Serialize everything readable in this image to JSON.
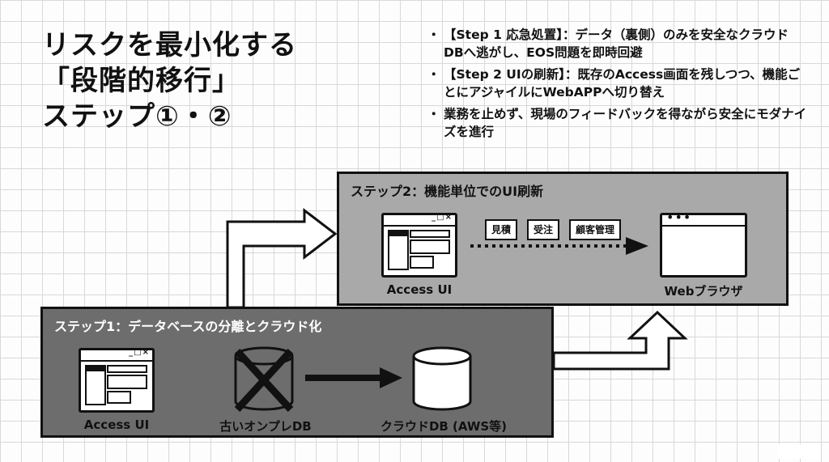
{
  "title_lines": [
    "リスクを最小化する",
    "「段階的移行」",
    "ステップ①・②"
  ],
  "bullets": [
    "【Step 1 応急処置】：データ（裏側）のみを安全なクラウドDBへ逃がし、EOS問題を即時回避",
    "【Step 2 UIの刷新】：既存のAccess画面を残しつつ、機能ごとにアジャイルにWebAPPへ切り替え",
    "業務を止めず、現場のフィードバックを得ながら安全にモダナイズを進行"
  ],
  "step2": {
    "title": "ステップ2：機能単位でのUI刷新",
    "access_label": "Access UI",
    "browser_label": "Webブラウザ",
    "window_controls": "_□×",
    "feature_tags": [
      "見積",
      "受注",
      "顧客管理"
    ]
  },
  "step1": {
    "title": "ステップ1：データベースの分離とクラウド化",
    "access_label": "Access UI",
    "old_db_label": "古いオンプレDB",
    "cloud_db_label": "クラウドDB (AWS等)",
    "window_controls": "_□×"
  },
  "colors": {
    "step2_bg": "#a9a9a9",
    "step1_bg": "#6d6d6d",
    "ink": "#111111"
  }
}
